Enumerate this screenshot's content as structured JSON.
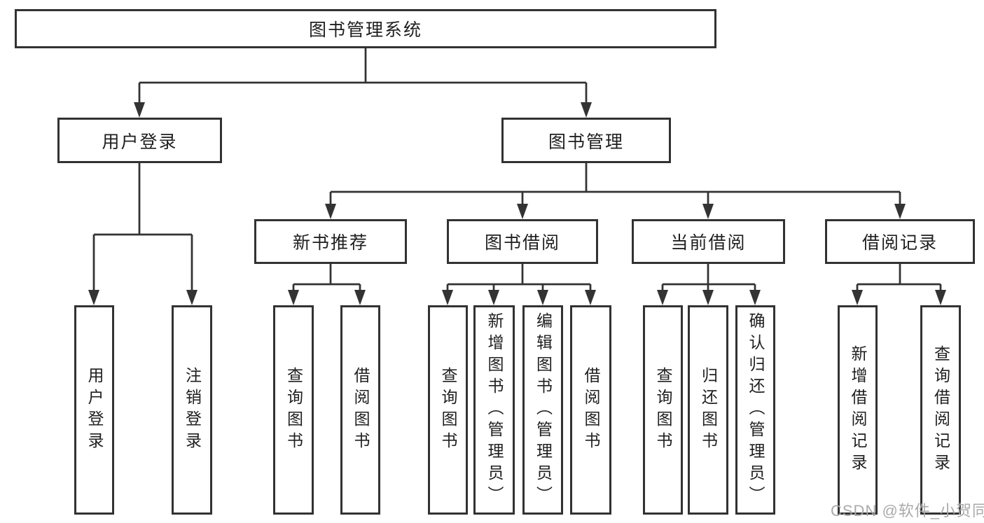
{
  "diagram": {
    "tree": {
      "root": "图书管理系统",
      "branches": [
        {
          "label": "用户登录",
          "children": [
            "用户登录",
            "注销登录"
          ]
        },
        {
          "label": "图书管理",
          "groups": [
            {
              "label": "新书推荐",
              "children": [
                "查询图书",
                "借阅图书"
              ]
            },
            {
              "label": "图书借阅",
              "children": [
                "查询图书",
                "新增图书（管理员）",
                "编辑图书（管理员）",
                "借阅图书"
              ]
            },
            {
              "label": "当前借阅",
              "children": [
                "查询图书",
                "归还图书",
                "确认归还（管理员）"
              ]
            },
            {
              "label": "借阅记录",
              "children": [
                "新增借阅记录",
                "查询借阅记录"
              ]
            }
          ]
        }
      ]
    },
    "colors": {
      "line": "#333333",
      "text": "#1f1f1f",
      "box_background": "#ffffff",
      "watermark": "#a6a6a6"
    },
    "watermark": "CSDN @软件_小贺同学"
  }
}
